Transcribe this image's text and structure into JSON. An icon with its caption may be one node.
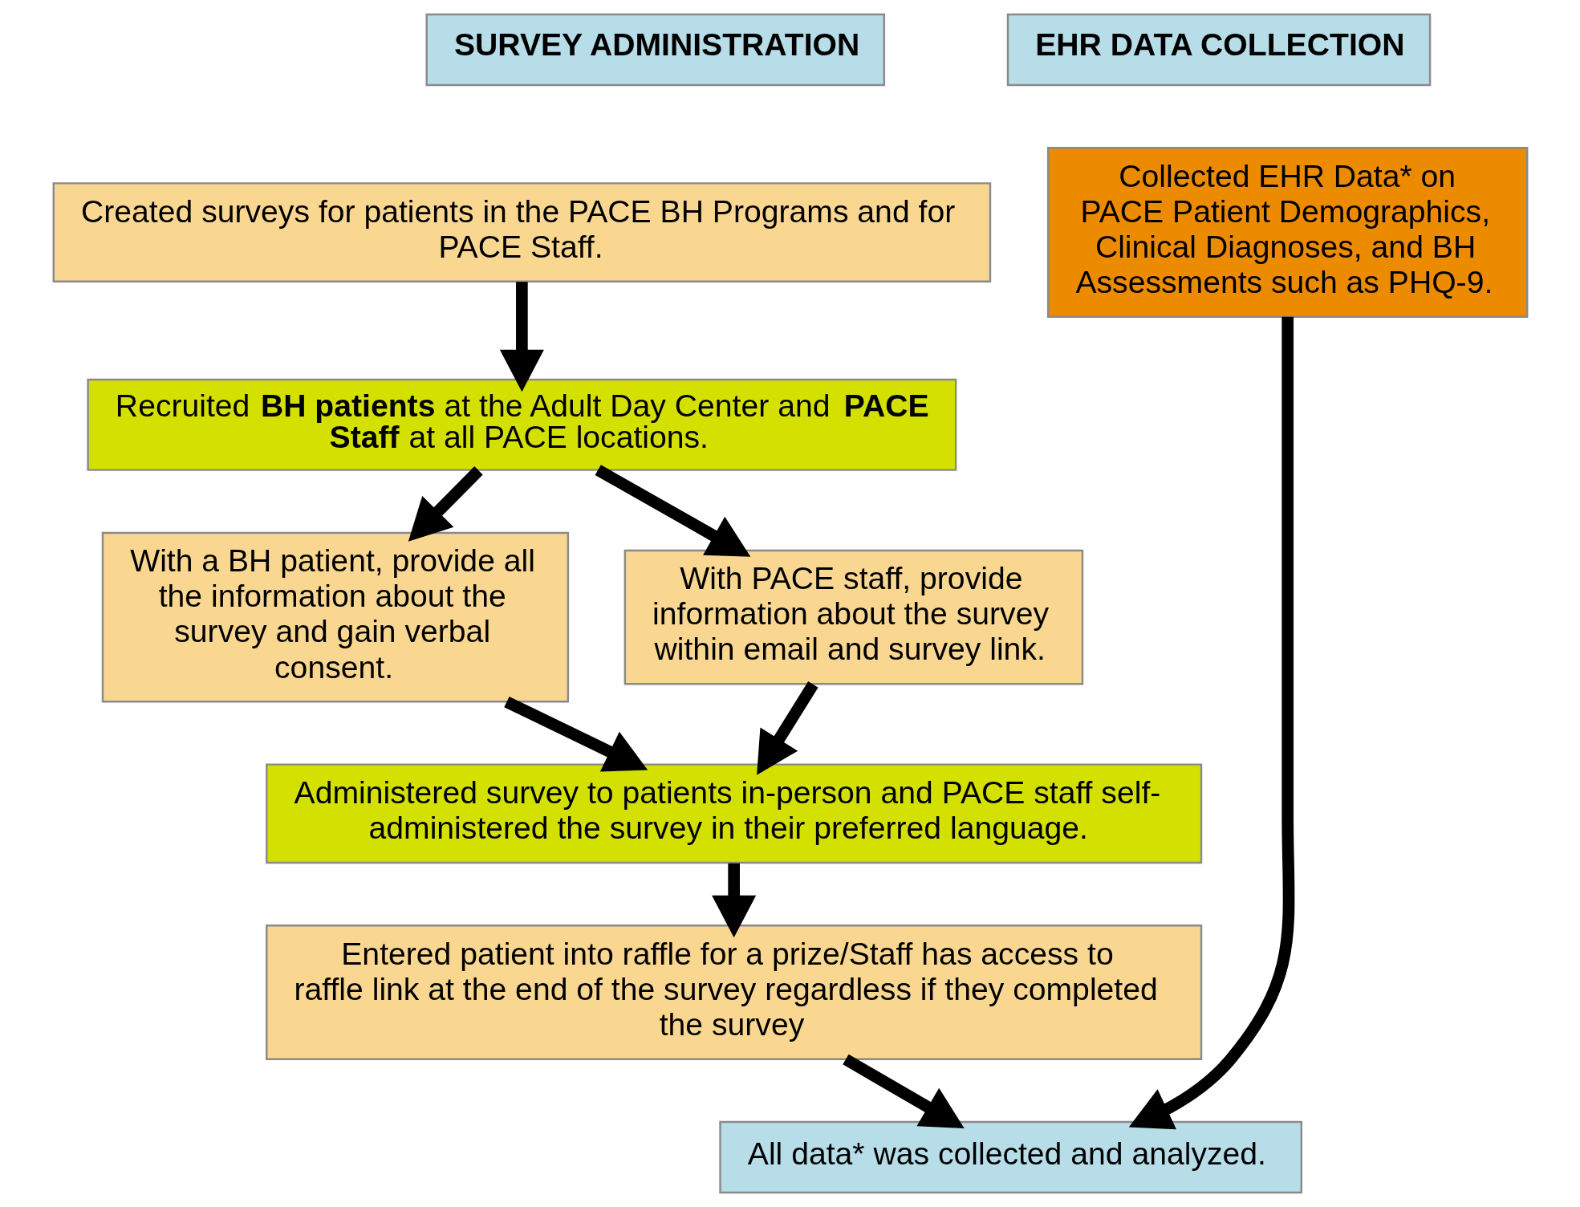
{
  "diagram": {
    "nodes": [
      {
        "text": [
          "SURVEY ADMINISTRATION"
        ]
      },
      {
        "text": [
          "EHR DATA COLLECTION"
        ]
      },
      {
        "text": [
          "Created surveys for patients in the PACE BH Programs and for PACE Staff."
        ]
      },
      {
        "text": [
          "Recruited **BH patients** at the Adult Day Center and **PACE Staff** at all PACE locations."
        ]
      },
      {
        "text": [
          "Collected EHR Data* on PACE Patient Demographics, Clinical Diagnoses, and BH Assessments such as PHQ-9."
        ]
      },
      {
        "text": [
          "With a BH patient, provide all the information about the survey and gain verbal consent."
        ]
      },
      {
        "text": [
          "With PACE staff, provide information about the survey within email and survey link."
        ]
      },
      {
        "text": [
          "Administered survey to patients in-person and PACE staff self-administered the survey in their preferred language."
        ]
      },
      {
        "text": [
          "Entered patient into raffle for a prize/Staff has access to raffle link at the end of the survey regardless if they completed the survey"
        ]
      },
      {
        "text": [
          "All data* was collected and analyzed."
        ]
      }
    ],
    "edges": [
      {
        "from": 2,
        "to": 3,
        "arrow": "to"
      },
      {
        "from": 3,
        "to": 5,
        "arrow": "to"
      },
      {
        "from": 3,
        "to": 6,
        "arrow": "to"
      },
      {
        "from": 5,
        "to": 7,
        "arrow": "to"
      },
      {
        "from": 6,
        "to": 7,
        "arrow": "to"
      },
      {
        "from": 7,
        "to": 8,
        "arrow": "to"
      },
      {
        "from": 8,
        "to": 9,
        "arrow": "to"
      },
      {
        "from": 4,
        "to": 9,
        "arrow": "to"
      }
    ]
  }
}
